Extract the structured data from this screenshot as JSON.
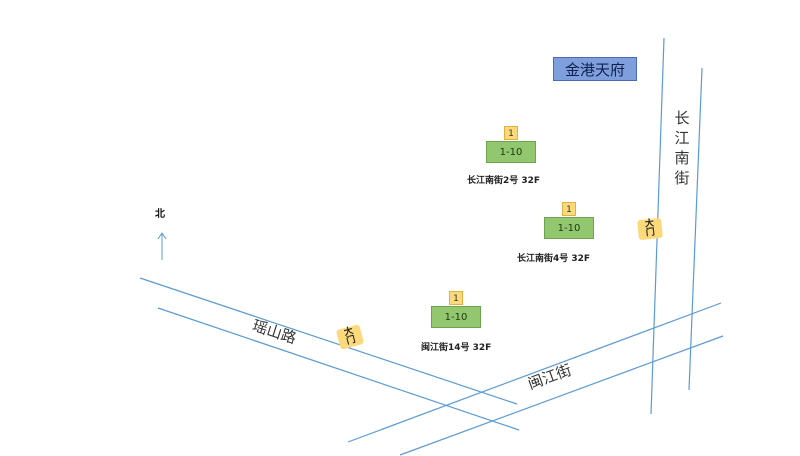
{
  "project": {
    "name": "金港天府"
  },
  "buildings": [
    {
      "units": "1",
      "floors": "1-10",
      "label": "长江南街2号 32F"
    },
    {
      "units": "1",
      "floors": "1-10",
      "label": "长江南街4号 32F"
    },
    {
      "units": "1",
      "floors": "1-10",
      "label": "闽江街14号 32F"
    }
  ],
  "gates": [
    {
      "top": "大",
      "bottom": "门"
    },
    {
      "top": "大",
      "bottom": "门"
    }
  ],
  "roads": {
    "yaoshan": "瑶山路",
    "minjiang": "闽江街",
    "changjiang_nan": [
      "长",
      "江",
      "南",
      "街"
    ]
  },
  "compass": {
    "north": "北"
  },
  "colors": {
    "road_line": "#5b9bd5",
    "building_fill": "#92c66f",
    "badge_fill": "#fcd97a",
    "title_fill": "#7f9fdc"
  }
}
